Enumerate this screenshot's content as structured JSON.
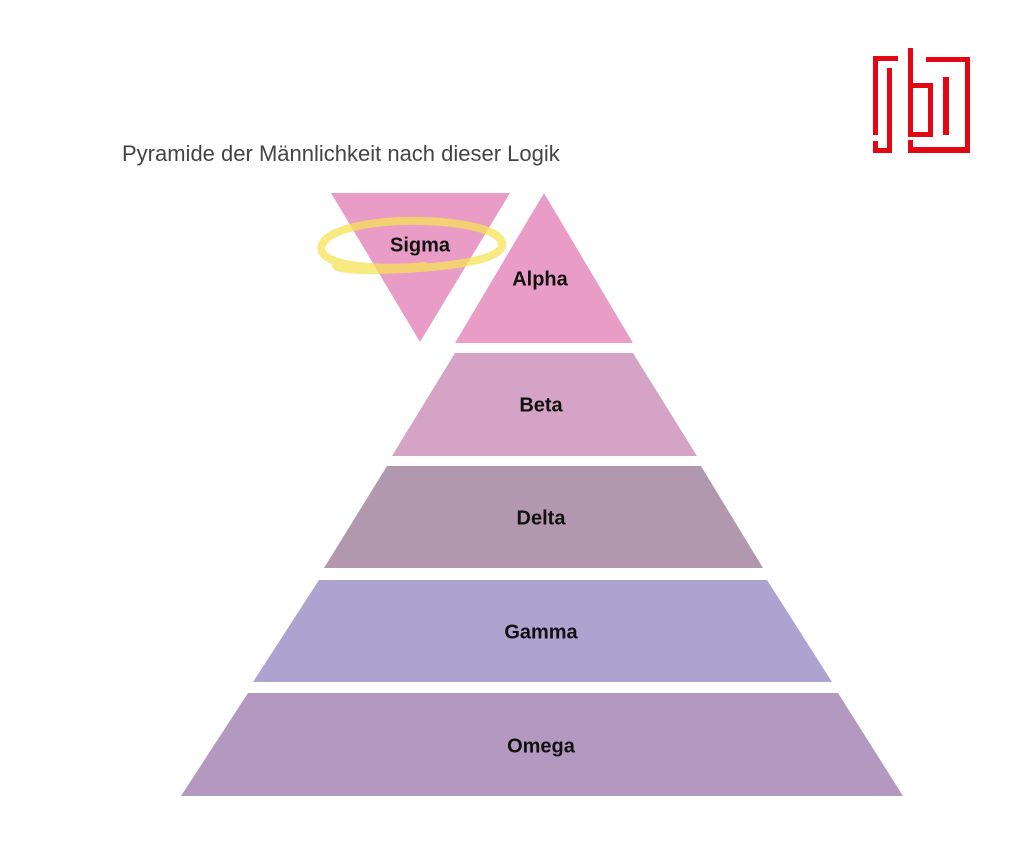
{
  "title": "Pyramide der Männlichkeit nach dieser Logik",
  "levels": [
    {
      "label": "Sigma",
      "color": "#e99cc5",
      "highlighted": true
    },
    {
      "label": "Alpha",
      "color": "#e99cc5"
    },
    {
      "label": "Beta",
      "color": "#d4a3c5"
    },
    {
      "label": "Delta",
      "color": "#b198ae"
    },
    {
      "label": "Gamma",
      "color": "#aca3d0"
    },
    {
      "label": "Omega",
      "color": "#b398c0"
    }
  ],
  "highlight_color": "#f5e255",
  "logo_color": "#e30613"
}
